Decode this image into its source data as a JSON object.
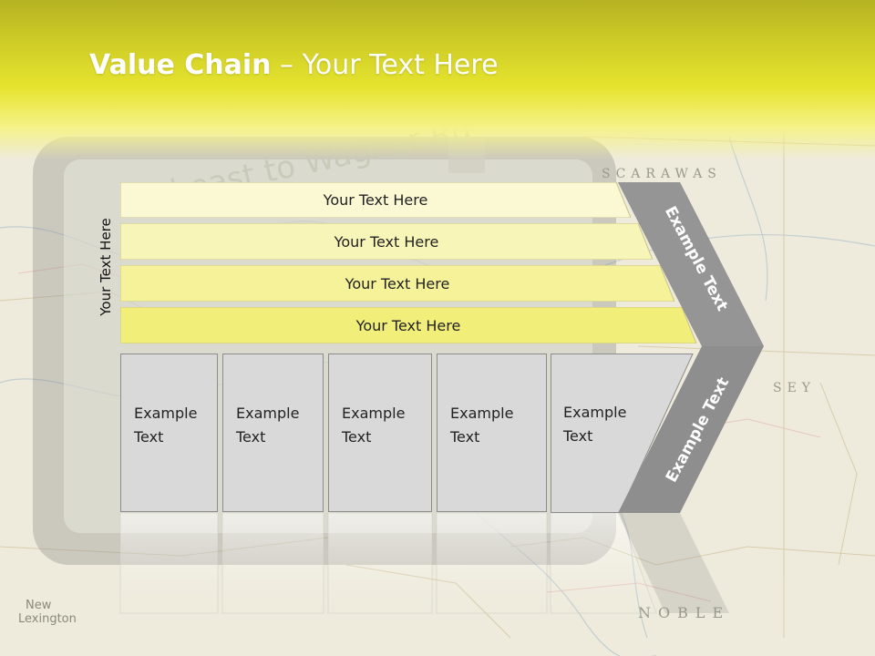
{
  "slide": {
    "title_bold": "Value Chain",
    "title_rest": " – Your Text Here",
    "vertical_label": "Your Text Here",
    "rows": [
      {
        "label": "Your Text Here"
      },
      {
        "label": "Your Text Here"
      },
      {
        "label": "Your Text Here"
      },
      {
        "label": "Your Text Here"
      }
    ],
    "boxes": [
      {
        "label": "Example Text"
      },
      {
        "label": "Example Text"
      },
      {
        "label": "Example Text"
      },
      {
        "label": "Example Text"
      },
      {
        "label": "Example Text"
      }
    ],
    "arrow_upper_text": "Example Text",
    "arrow_lower_text": "Example Text",
    "background_text": "theast to Wagner Rd"
  },
  "colors": {
    "title_band": "#d6d42a",
    "row_1": "#fbf8d4",
    "row_2": "#f8f5b8",
    "row_3": "#f5f29a",
    "row_4": "#f2ee7a",
    "box": "#d9d9d9",
    "arrow": "#8e8e8e"
  }
}
